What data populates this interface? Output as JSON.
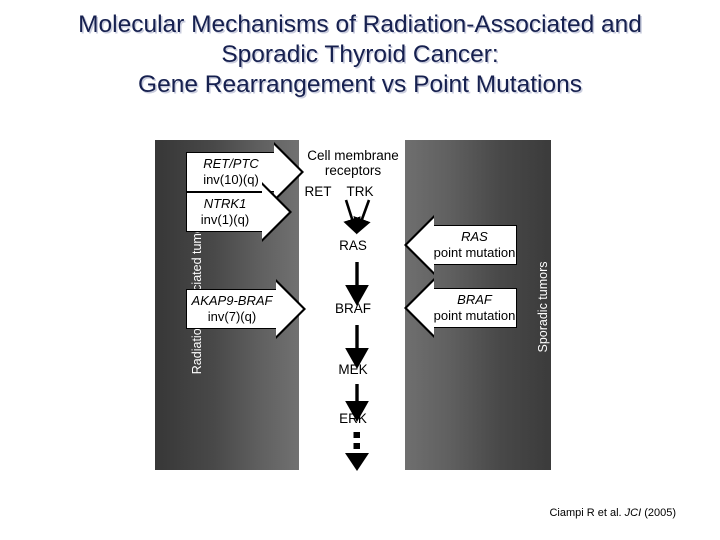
{
  "slide": {
    "title_lines": [
      "Molecular Mechanisms of Radiation-Associated and",
      "Sporadic Thyroid Cancer:",
      "Gene Rearrangement vs Point Mutations"
    ],
    "title_color": "#16204f",
    "background_color": "#ffffff"
  },
  "figure": {
    "left_panel": {
      "label": "Radiation-associated tumors",
      "fill_start": "#373737",
      "fill_end": "#717171",
      "arrows": [
        {
          "gene": "RET/PTC",
          "sub": "inv(10)(q)",
          "direction": "right"
        },
        {
          "gene": "NTRK1",
          "sub": "inv(1)(q)",
          "direction": "right"
        },
        {
          "gene": "AKAP9-BRAF",
          "sub": "inv(7)(q)",
          "direction": "right"
        }
      ]
    },
    "right_panel": {
      "label": "Sporadic tumors",
      "fill_start": "#6f6f6f",
      "fill_end": "#3b3b3b",
      "arrows": [
        {
          "gene": "RAS",
          "sub": "point mutation",
          "direction": "left"
        },
        {
          "gene": "BRAF",
          "sub": "point mutation",
          "direction": "left"
        }
      ]
    },
    "pathway": {
      "header_line1": "Cell membrane",
      "header_line2": "receptors",
      "receptors": [
        "RET",
        "TRK"
      ],
      "nodes": [
        "RAS",
        "BRAF",
        "MEK",
        "ERK"
      ],
      "terminal_arrow": "dotted-down-arrow"
    }
  },
  "citation": {
    "authors": "Ciampi R et al. ",
    "journal": "JCI",
    "year": " (2005)"
  }
}
